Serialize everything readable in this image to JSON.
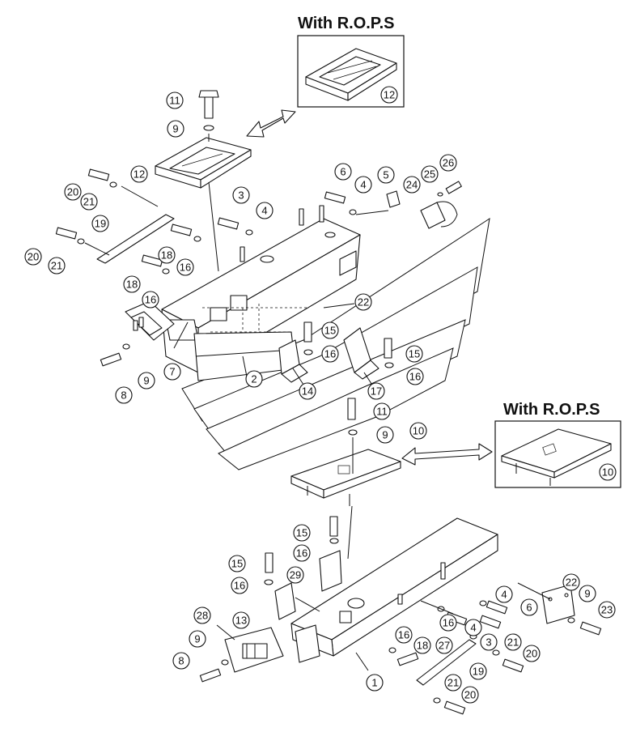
{
  "insets": [
    {
      "title": "With R.O.P.S",
      "callout": "12"
    },
    {
      "title": "With R.O.P.S",
      "callout": "10"
    }
  ],
  "callouts": [
    "1",
    "2",
    "3",
    "4",
    "5",
    "6",
    "7",
    "8",
    "9",
    "10",
    "11",
    "12",
    "13",
    "14",
    "15",
    "16",
    "17",
    "18",
    "19",
    "20",
    "21",
    "22",
    "23",
    "24",
    "25",
    "26",
    "27",
    "28",
    "29"
  ]
}
